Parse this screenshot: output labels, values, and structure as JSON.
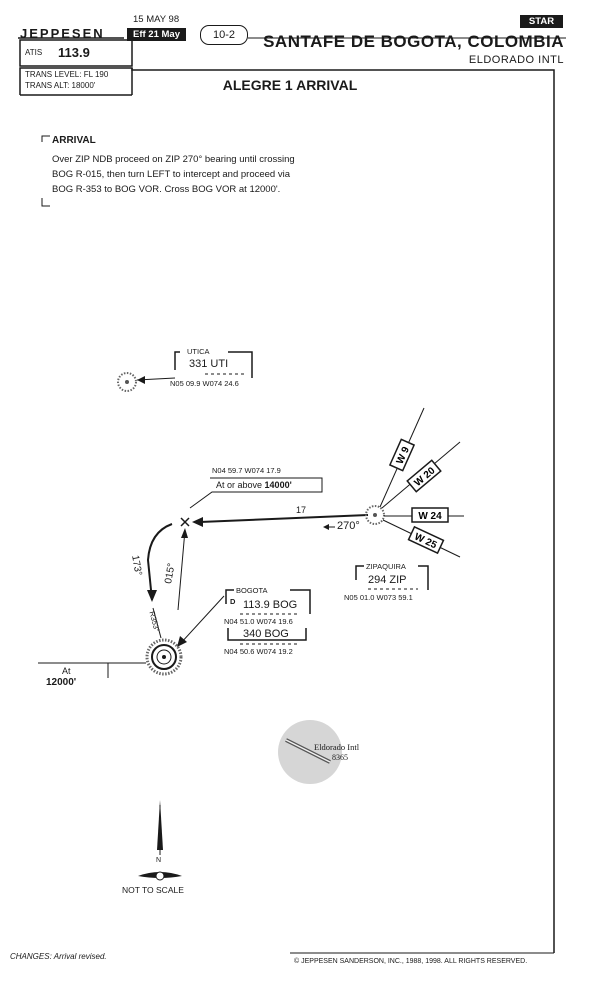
{
  "header": {
    "brand": "JEPPESEN",
    "chart_date": "15 MAY 98",
    "effective": "Eff 21 May",
    "chart_number": "10-2",
    "procedure_type": "STAR",
    "city": "SANTAFE DE BOGOTA, COLOMBIA",
    "airport": "ELDORADO INTL"
  },
  "info": {
    "atis_label": "ATIS",
    "atis_freq": "113.9",
    "trans_level": "TRANS LEVEL: FL 190",
    "trans_alt": "TRANS ALT: 18000'"
  },
  "procedure_name": "ALEGRE 1 ARRIVAL",
  "arrival": {
    "heading": "ARRIVAL",
    "text": "Over ZIP NDB proceed on ZIP 270° bearing until crossing BOG R-015, then turn LEFT to intercept and proceed via BOG R-353 to BOG VOR. Cross BOG VOR at 12000'."
  },
  "fixes": {
    "utica": {
      "name": "UTICA",
      "ident": "331 UTI",
      "coords": "N05 09.9 W074 24.6"
    },
    "intersection": {
      "coords": "N04 59.7 W074 17.9",
      "restriction_prefix": "At or above",
      "restriction_alt": "14000'"
    },
    "zipaquira": {
      "name": "ZIPAQUIRA",
      "ident": "294 ZIP",
      "coords": "N05 01.0 W073 59.1"
    },
    "bogota": {
      "name": "BOGOTA",
      "dme_mark": "D",
      "vor_ident": "113.9 BOG",
      "vor_coords": "N04 51.0 W074 19.6",
      "ndb_ident": "340 BOG",
      "ndb_coords": "N04 50.6 W074 19.2"
    }
  },
  "route": {
    "distance": "17",
    "bearing": "270°",
    "inbound_label": "173°",
    "radial_015": "015°",
    "radial_353": "R353°",
    "crossing_prefix": "At",
    "crossing_alt": "12000'"
  },
  "airways": [
    "W 9",
    "W 20",
    "W 24",
    "W 25"
  ],
  "airport_label": {
    "name": "Eldorado Intl",
    "elevation": "8365"
  },
  "north_label": "N",
  "not_to_scale": "NOT TO SCALE",
  "footer": {
    "changes_label": "CHANGES:",
    "changes_text": "Arrival revised.",
    "copyright": "© JEPPESEN SANDERSON, INC., 1988, 1998. ALL RIGHTS RESERVED."
  }
}
